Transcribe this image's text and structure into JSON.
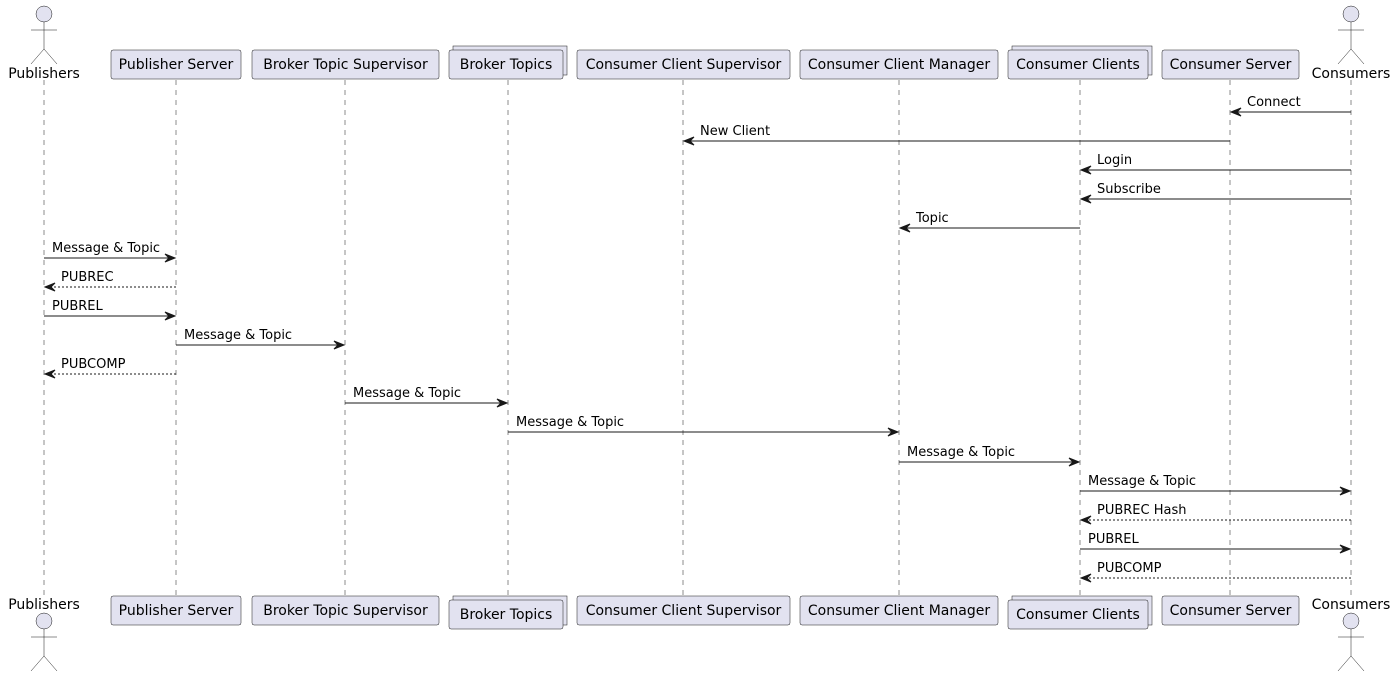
{
  "participants": [
    {
      "id": "publishers",
      "label": "Publishers",
      "kind": "actor"
    },
    {
      "id": "publisher_server",
      "label": "Publisher Server",
      "kind": "participant"
    },
    {
      "id": "broker_topic_supervisor",
      "label": "Broker Topic Supervisor",
      "kind": "participant"
    },
    {
      "id": "broker_topics",
      "label": "Broker Topics",
      "kind": "collections"
    },
    {
      "id": "consumer_client_supervisor",
      "label": "Consumer Client Supervisor",
      "kind": "participant"
    },
    {
      "id": "consumer_client_manager",
      "label": "Consumer Client Manager",
      "kind": "participant"
    },
    {
      "id": "consumer_clients",
      "label": "Consumer Clients",
      "kind": "collections"
    },
    {
      "id": "consumer_server",
      "label": "Consumer Server",
      "kind": "participant"
    },
    {
      "id": "consumers",
      "label": "Consumers",
      "kind": "actor"
    }
  ],
  "messages": [
    {
      "from": "consumers",
      "to": "consumer_server",
      "label": "Connect",
      "style": "solid"
    },
    {
      "from": "consumer_server",
      "to": "consumer_client_supervisor",
      "label": "New Client",
      "style": "solid"
    },
    {
      "from": "consumers",
      "to": "consumer_clients",
      "label": "Login",
      "style": "solid"
    },
    {
      "from": "consumers",
      "to": "consumer_clients",
      "label": "Subscribe",
      "style": "solid"
    },
    {
      "from": "consumer_clients",
      "to": "consumer_client_manager",
      "label": "Topic",
      "style": "solid"
    },
    {
      "from": "publishers",
      "to": "publisher_server",
      "label": "Message & Topic",
      "style": "solid"
    },
    {
      "from": "publisher_server",
      "to": "publishers",
      "label": "PUBREC",
      "style": "dashed"
    },
    {
      "from": "publishers",
      "to": "publisher_server",
      "label": "PUBREL",
      "style": "solid"
    },
    {
      "from": "publisher_server",
      "to": "broker_topic_supervisor",
      "label": "Message & Topic",
      "style": "solid"
    },
    {
      "from": "publisher_server",
      "to": "publishers",
      "label": "PUBCOMP",
      "style": "dashed"
    },
    {
      "from": "broker_topic_supervisor",
      "to": "broker_topics",
      "label": "Message & Topic",
      "style": "solid"
    },
    {
      "from": "broker_topics",
      "to": "consumer_client_manager",
      "label": "Message & Topic",
      "style": "solid"
    },
    {
      "from": "consumer_client_manager",
      "to": "consumer_clients",
      "label": "Message & Topic",
      "style": "solid"
    },
    {
      "from": "consumer_clients",
      "to": "consumers",
      "label": "Message & Topic",
      "style": "solid"
    },
    {
      "from": "consumers",
      "to": "consumer_clients",
      "label": "PUBREC Hash",
      "style": "dashed"
    },
    {
      "from": "consumer_clients",
      "to": "consumers",
      "label": "PUBREL",
      "style": "solid"
    },
    {
      "from": "consumers",
      "to": "consumer_clients",
      "label": "PUBCOMP",
      "style": "dashed"
    }
  ]
}
